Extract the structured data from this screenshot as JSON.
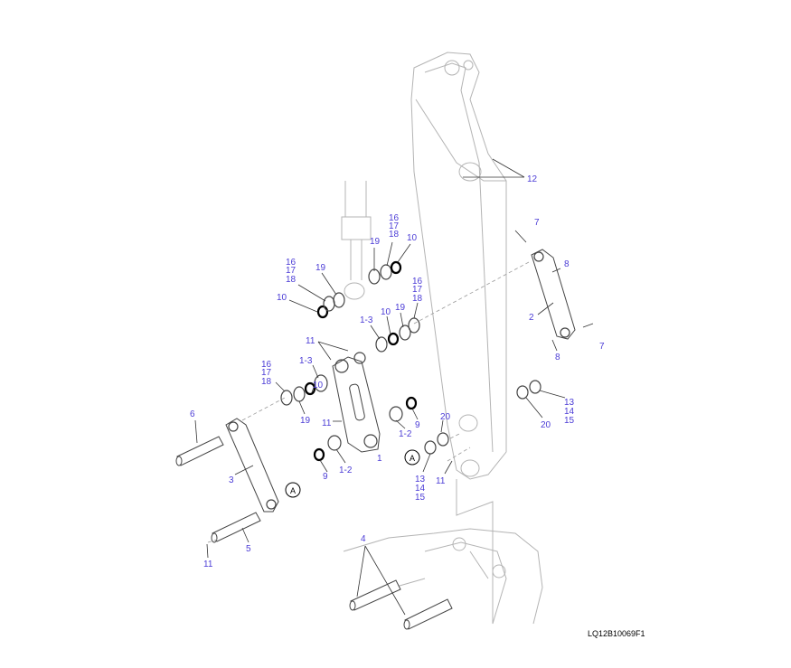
{
  "diagram": {
    "callouts": [
      "12",
      "7",
      "8",
      "2",
      "7",
      "8",
      "13",
      "14",
      "15",
      "20",
      "16",
      "17",
      "18",
      "19",
      "10",
      "16",
      "17",
      "18",
      "19",
      "10",
      "16",
      "17",
      "18",
      "19",
      "10",
      "1-3",
      "11",
      "1-3",
      "16",
      "17",
      "18",
      "10",
      "19",
      "11",
      "9",
      "20",
      "1-2",
      "6",
      "1",
      "9",
      "1-2",
      "13",
      "14",
      "15",
      "11",
      "3",
      "5",
      "11",
      "4"
    ],
    "reference_markers": [
      "A",
      "A"
    ],
    "drawing_code": "LQ12B10069F1"
  },
  "colors": {
    "callout": "#4b3cd6",
    "line": "#444444",
    "structure": "#b4b4b4"
  }
}
